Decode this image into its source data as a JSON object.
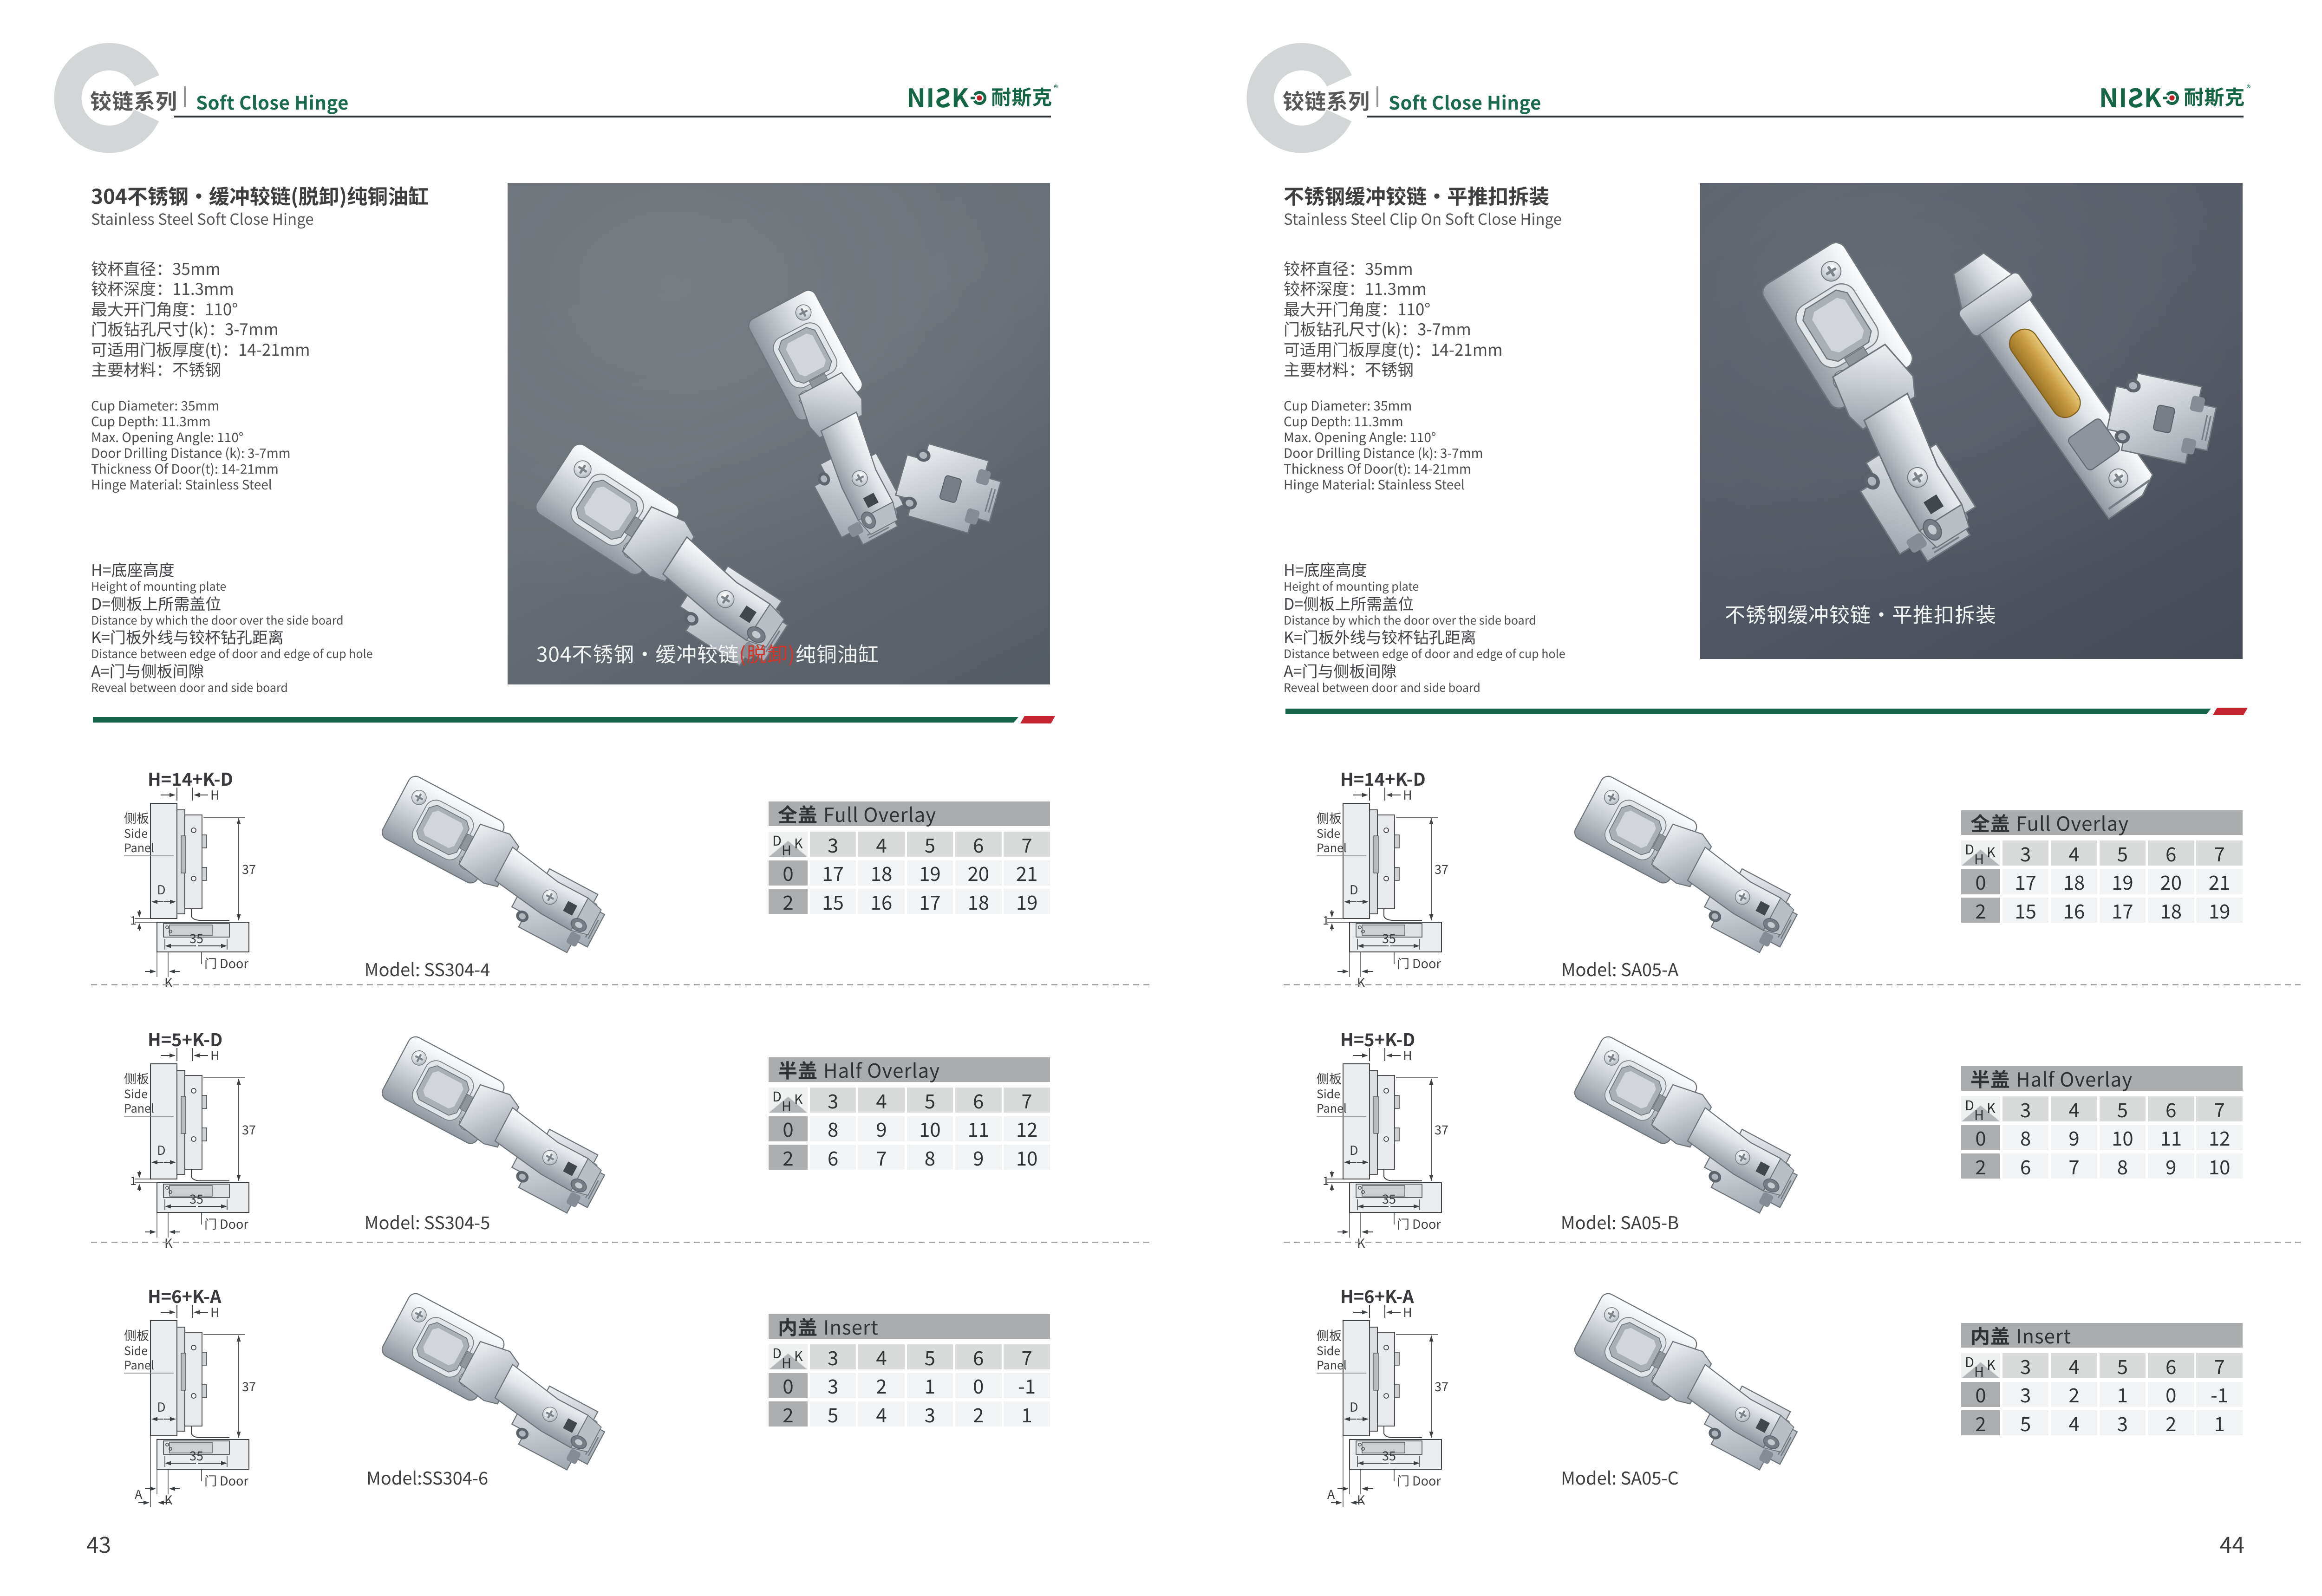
{
  "document": {
    "kind": "hinge catalog spread",
    "brand": "NISKO"
  },
  "pages": [
    {
      "page_number": "43",
      "header": {
        "series_zh": "铰链系列",
        "series_en": "Soft Close Hinge",
        "brand_ni": "NI",
        "brand_s": "S",
        "brand_k": "K",
        "brand_cjk": "耐斯克",
        "brand_reg": "®"
      },
      "intro": {
        "title_zh": "304不锈钢·缓冲较链(脱卸)纯铜油缸",
        "title_en": "Stainless Steel Soft Close Hinge",
        "specs_zh": [
          "铰杯直径：35mm",
          "铰杯深度：11.3mm",
          "最大开门角度：110°",
          "门板钻孔尺寸(k)：3-7mm",
          "可适用门板厚度(t)：14-21mm",
          "主要材料：不锈钢"
        ],
        "specs_en": [
          "Cup Diameter: 35mm",
          "Cup Depth: 11.3mm",
          "Max. Opening Angle: 110°",
          "Door Drilling Distance (k): 3-7mm",
          "Thickness Of Door(t): 14-21mm",
          "Hinge Material: Stainless Steel"
        ],
        "legend": [
          {
            "zh": "H=底座高度",
            "en": "Height of mounting plate"
          },
          {
            "zh": "D=侧板上所需盖位",
            "en": "Distance by which the door over the side board"
          },
          {
            "zh": "K=门板外线与铰杯钻孔距离",
            "en": "Distance between edge of door and edge of cup hole"
          },
          {
            "zh": "A=门与侧板间隙",
            "en": "Reveal between door and side board"
          }
        ]
      },
      "photo": {
        "caption_pre": "304不锈钢·缓冲较链",
        "caption_red": "(脱卸)",
        "caption_post": "纯铜油缸"
      },
      "diagram_labels": {
        "panel_zh": "侧板",
        "panel_en_1": "Side",
        "panel_en_2": "Panel",
        "h": "H",
        "d": "D",
        "k": "K",
        "a": "A",
        "one": "1",
        "dim_height": "37",
        "dim_width": "35",
        "door": "门 Door"
      },
      "rows": [
        {
          "formula": "H=14+K-D",
          "model": "Model: SS304-4",
          "table": {
            "title_zh": "全盖",
            "title_en": "Full Overlay",
            "corner_d": "D",
            "corner_k": "K",
            "corner_h": "H",
            "cols": [
              "3",
              "4",
              "5",
              "6",
              "7"
            ],
            "rows": [
              {
                "label": "0",
                "values": [
                  "17",
                  "18",
                  "19",
                  "20",
                  "21"
                ]
              },
              {
                "label": "2",
                "values": [
                  "15",
                  "16",
                  "17",
                  "18",
                  "19"
                ]
              }
            ]
          }
        },
        {
          "formula": "H=5+K-D",
          "model": "Model: SS304-5",
          "table": {
            "title_zh": "半盖",
            "title_en": "Half Overlay",
            "corner_d": "D",
            "corner_k": "K",
            "corner_h": "H",
            "cols": [
              "3",
              "4",
              "5",
              "6",
              "7"
            ],
            "rows": [
              {
                "label": "0",
                "values": [
                  "8",
                  "9",
                  "10",
                  "11",
                  "12"
                ]
              },
              {
                "label": "2",
                "values": [
                  "6",
                  "7",
                  "8",
                  "9",
                  "10"
                ]
              }
            ]
          }
        },
        {
          "formula": "H=6+K-A",
          "model": "Model:SS304-6",
          "table": {
            "title_zh": "内盖",
            "title_en": "Insert",
            "corner_d": "D",
            "corner_k": "K",
            "corner_h": "H",
            "cols": [
              "3",
              "4",
              "5",
              "6",
              "7"
            ],
            "rows": [
              {
                "label": "0",
                "values": [
                  "3",
                  "2",
                  "1",
                  "0",
                  "-1"
                ]
              },
              {
                "label": "2",
                "values": [
                  "5",
                  "4",
                  "3",
                  "2",
                  "1"
                ]
              }
            ]
          }
        }
      ]
    },
    {
      "page_number": "44",
      "header": {
        "series_zh": "铰链系列",
        "series_en": "Soft Close Hinge",
        "brand_ni": "NI",
        "brand_s": "S",
        "brand_k": "K",
        "brand_cjk": "耐斯克",
        "brand_reg": "®"
      },
      "intro": {
        "title_zh": "不锈钢缓冲铰链·平推扣拆装",
        "title_en": "Stainless Steel Clip On Soft Close Hinge",
        "specs_zh": [
          "铰杯直径：35mm",
          "铰杯深度：11.3mm",
          "最大开门角度：110°",
          "门板钻孔尺寸(k)：3-7mm",
          "可适用门板厚度(t)：14-21mm",
          "主要材料：不锈钢"
        ],
        "specs_en": [
          "Cup Diameter: 35mm",
          "Cup Depth: 11.3mm",
          "Max. Opening Angle: 110°",
          "Door Drilling Distance (k): 3-7mm",
          "Thickness Of Door(t): 14-21mm",
          "Hinge Material: Stainless Steel"
        ],
        "legend": [
          {
            "zh": "H=底座高度",
            "en": "Height of mounting plate"
          },
          {
            "zh": "D=侧板上所需盖位",
            "en": "Distance by which the door over the side board"
          },
          {
            "zh": "K=门板外线与铰杯钻孔距离",
            "en": "Distance between edge of door and edge of cup hole"
          },
          {
            "zh": "A=门与侧板间隙",
            "en": "Reveal between door and side board"
          }
        ]
      },
      "photo": {
        "caption_pre": "不锈钢缓冲铰链·平推扣拆装",
        "caption_red": "",
        "caption_post": ""
      },
      "diagram_labels": {
        "panel_zh": "侧板",
        "panel_en_1": "Side",
        "panel_en_2": "Panel",
        "h": "H",
        "d": "D",
        "k": "K",
        "a": "A",
        "one": "1",
        "dim_height": "37",
        "dim_width": "35",
        "door": "门 Door"
      },
      "rows": [
        {
          "formula": "H=14+K-D",
          "model": "Model: SA05-A",
          "table": {
            "title_zh": "全盖",
            "title_en": "Full Overlay",
            "corner_d": "D",
            "corner_k": "K",
            "corner_h": "H",
            "cols": [
              "3",
              "4",
              "5",
              "6",
              "7"
            ],
            "rows": [
              {
                "label": "0",
                "values": [
                  "17",
                  "18",
                  "19",
                  "20",
                  "21"
                ]
              },
              {
                "label": "2",
                "values": [
                  "15",
                  "16",
                  "17",
                  "18",
                  "19"
                ]
              }
            ]
          }
        },
        {
          "formula": "H=5+K-D",
          "model": "Model: SA05-B",
          "table": {
            "title_zh": "半盖",
            "title_en": "Half Overlay",
            "corner_d": "D",
            "corner_k": "K",
            "corner_h": "H",
            "cols": [
              "3",
              "4",
              "5",
              "6",
              "7"
            ],
            "rows": [
              {
                "label": "0",
                "values": [
                  "8",
                  "9",
                  "10",
                  "11",
                  "12"
                ]
              },
              {
                "label": "2",
                "values": [
                  "6",
                  "7",
                  "8",
                  "9",
                  "10"
                ]
              }
            ]
          }
        },
        {
          "formula": "H=6+K-A",
          "model": "Model: SA05-C",
          "table": {
            "title_zh": "内盖",
            "title_en": "Insert",
            "corner_d": "D",
            "corner_k": "K",
            "corner_h": "H",
            "cols": [
              "3",
              "4",
              "5",
              "6",
              "7"
            ],
            "rows": [
              {
                "label": "0",
                "values": [
                  "3",
                  "2",
                  "1",
                  "0",
                  "-1"
                ]
              },
              {
                "label": "2",
                "values": [
                  "5",
                  "4",
                  "3",
                  "2",
                  "1"
                ]
              }
            ]
          }
        }
      ]
    }
  ],
  "colors": {
    "brand_green": "#156647",
    "accent_red": "#c32430",
    "divider_green": "#16644a",
    "ring_gray": "#d2d6d6",
    "table_header_gray": "#aaacae",
    "table_col_gray": "#d9dbdb",
    "table_cell_gray": "#f1f3f4",
    "caption_red": "#d1372c"
  }
}
